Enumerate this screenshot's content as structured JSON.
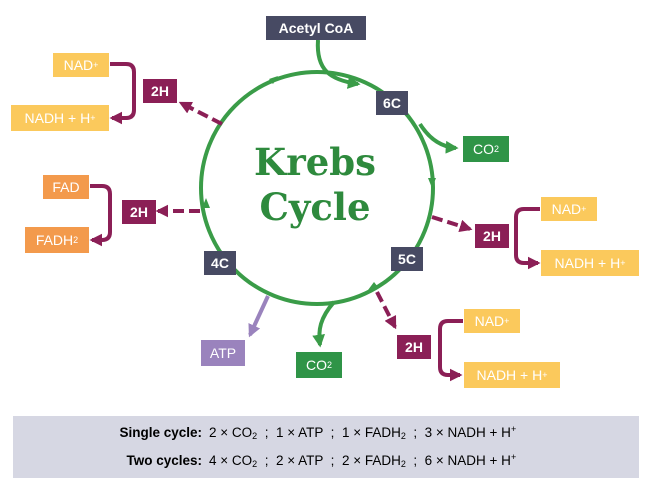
{
  "title": {
    "line1": "Krebs",
    "line2": "Cycle"
  },
  "input": "Acetyl CoA",
  "intermediates": {
    "c6": "6C",
    "c5": "5C",
    "c4": "4C"
  },
  "products": {
    "co2_a": {
      "main": "CO",
      "sub": "2"
    },
    "co2_b": {
      "main": "CO",
      "sub": "2"
    },
    "atp": "ATP"
  },
  "hydrogen": {
    "label": "2H",
    "top_left": {
      "acceptor": {
        "main": "NAD",
        "sup": "+"
      },
      "reduced": {
        "main": "NADH + H",
        "sup": "+"
      }
    },
    "middle_left": {
      "acceptor": {
        "main": "FAD"
      },
      "reduced": {
        "main": "FADH",
        "sub": "2"
      }
    },
    "right_upper": {
      "acceptor": {
        "main": "NAD",
        "sup": "+"
      },
      "reduced": {
        "main": "NADH + H",
        "sup": "+"
      }
    },
    "right_lower": {
      "acceptor": {
        "main": "NAD",
        "sup": "+"
      },
      "reduced": {
        "main": "NADH + H",
        "sup": "+"
      }
    }
  },
  "summary": {
    "sep": ";",
    "single": {
      "label": "Single cycle:",
      "co2": {
        "pre": "2 × CO",
        "sub": "2"
      },
      "atp": "1 × ATP",
      "fadh": {
        "pre": "1 × FADH",
        "sub": "2"
      },
      "nadh": {
        "pre": "3 × NADH + H",
        "sup": "+"
      }
    },
    "double": {
      "label": "Two cycles:",
      "co2": {
        "pre": "4 × CO",
        "sub": "2"
      },
      "atp": "2 × ATP",
      "fadh": {
        "pre": "2 × FADH",
        "sub": "2"
      },
      "nadh": {
        "pre": "6 × NADH + H",
        "sup": "+"
      }
    }
  },
  "colors": {
    "cycle_green": "#3a9c48",
    "intermediate_slate": "#474a63",
    "product_green": "#2f9447",
    "nad_yellow": "#fbc95c",
    "fad_orange": "#f39a4c",
    "hydrogen_maroon": "#8b1f56",
    "atp_purple": "#9a83bd",
    "summary_bg": "#d6d7e3"
  }
}
